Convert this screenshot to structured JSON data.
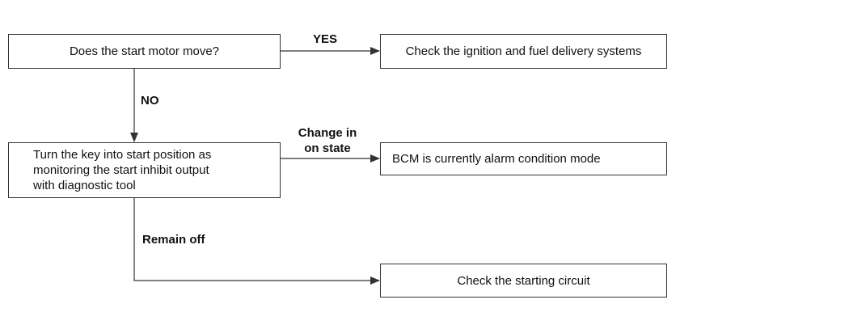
{
  "nodes": {
    "q_start_motor": "Does the start motor move?",
    "check_ignition": "Check the ignition and fuel delivery systems",
    "turn_key": "Turn the key into start position as\nmonitoring the start inhibit output\nwith diagnostic tool",
    "bcm_alarm": "BCM is currently alarm condition mode",
    "check_starting": "Check the starting circuit"
  },
  "edges": {
    "yes": "YES",
    "no": "NO",
    "change_line1": "Change in",
    "change_line2": "on state",
    "remain_off": "Remain off"
  },
  "colors": {
    "line": "#333333",
    "text": "#111111"
  }
}
